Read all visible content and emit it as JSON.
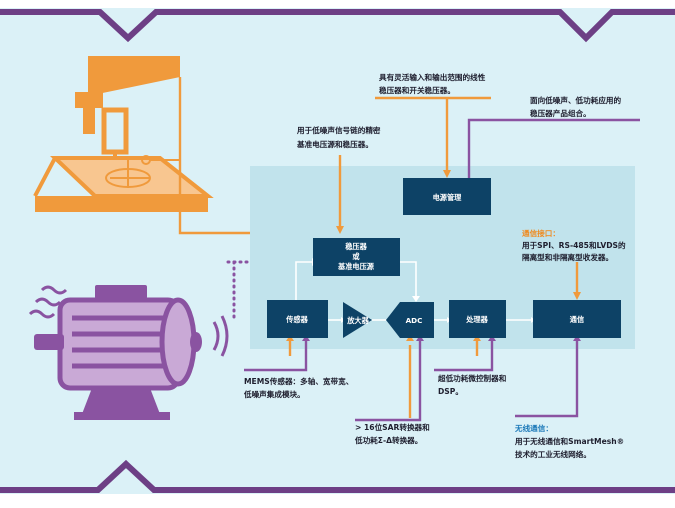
{
  "colors": {
    "background": "#dbf1f7",
    "panel": "#c1e3ec",
    "block": "#0d4266",
    "orange": "#f09a3c",
    "purple": "#8a53a1",
    "dark_purple": "#6d3f85",
    "heading_orange": "#f08a1e",
    "heading_blue": "#1d7ab9",
    "text": "#1e1e2e",
    "white": "#ffffff"
  },
  "icons": [
    "cnc-drill-icon",
    "motor-icon",
    "vibration-waves-icon"
  ],
  "blocks": {
    "power": "电源管理",
    "regulator_line1": "稳压器",
    "regulator_line2": "或",
    "regulator_line3": "基准电压源",
    "sensor": "传感器",
    "amplifier": "放大器",
    "adc": "ADC",
    "processor": "处理器",
    "comm": "通信"
  },
  "notes": {
    "linear_regulators": [
      "具有灵活输入和输出范围的线性",
      "稳压器和开关稳压器。"
    ],
    "low_noise_regulators": [
      "面向低噪声、低功耗应用的",
      "稳压器产品组合。"
    ],
    "precision_reference": [
      "用于低噪声信号链的精密",
      "基准电压源和稳压器。"
    ],
    "comm_interface_title": "通信接口：",
    "comm_interface_body": [
      "用于SPI、RS-485和LVDS的",
      "隔离型和非隔离型收发器。"
    ],
    "mems": [
      "MEMS传感器：多轴、宽带宽、",
      "低噪声集成模块。"
    ],
    "adc": [
      "> 16位SAR转换器和",
      "低功耗Σ-Δ转换器。"
    ],
    "mcu": [
      "超低功耗微控制器和",
      "DSP。"
    ],
    "wireless_title": "无线通信：",
    "wireless_body": [
      "用于无线通信和SmartMesh®",
      "技术的工业无线网络。"
    ]
  }
}
